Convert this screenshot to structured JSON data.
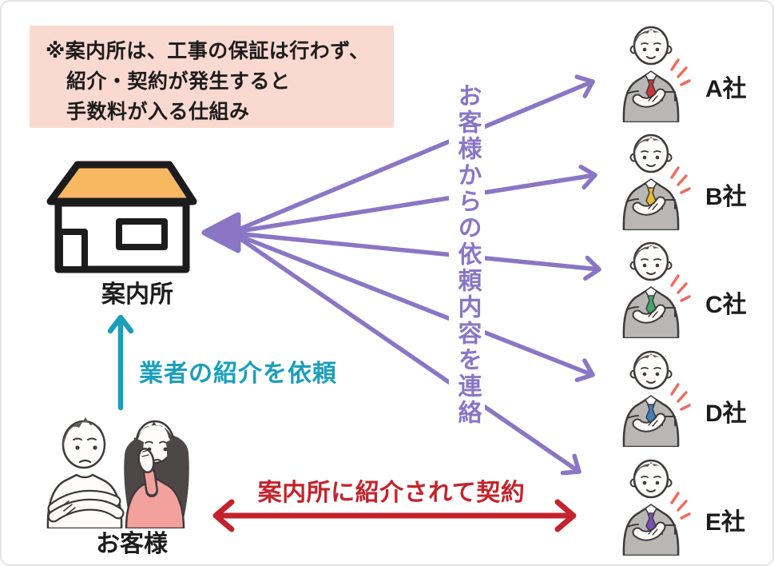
{
  "note": {
    "line1": "※案内所は、工事の保証は行わず、",
    "line2": "紹介・契約が発生すると",
    "line3": "手数料が入る仕組み"
  },
  "office": {
    "label": "案内所"
  },
  "customers": {
    "label": "お客様"
  },
  "arrows": {
    "request": {
      "label": "業者の紹介を依頼",
      "color": "#1A9FBB"
    },
    "relay": {
      "label": "お客様からの依頼内容を連絡",
      "color": "#8A76C5"
    },
    "contract": {
      "label": "案内所に紹介されて契約",
      "color": "#C4232B"
    }
  },
  "companies": [
    {
      "label": "A社",
      "tie_color": "#C8373D"
    },
    {
      "label": "B社",
      "tie_color": "#E3BC39"
    },
    {
      "label": "C社",
      "tie_color": "#3FA86B"
    },
    {
      "label": "D社",
      "tie_color": "#3E7FBF"
    },
    {
      "label": "E社",
      "tie_color": "#7C4FB5"
    }
  ],
  "colors": {
    "note_bg": "#FAD9D0",
    "roof_orange": "#F8B862",
    "relay_purple": "#8A76C5",
    "request_teal": "#1A9FBB",
    "contract_red": "#C4232B",
    "suit_gray": "#B9B6B6",
    "hair_gray": "#5E5657",
    "sweater_pink": "#F2A19C",
    "emphasis_red": "#ED6D5E"
  }
}
